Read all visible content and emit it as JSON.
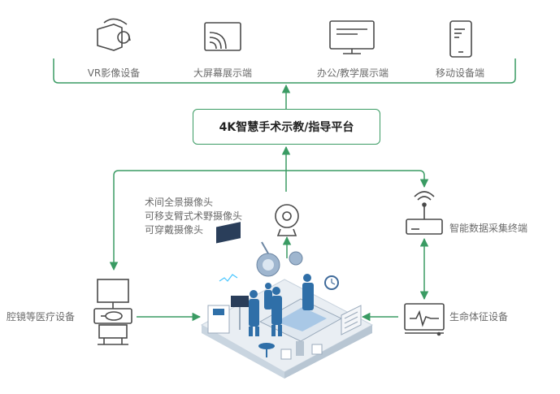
{
  "platform": {
    "title": "4K智慧手术示教/指导平台"
  },
  "terminals": [
    {
      "label": "VR影像设备",
      "icon": "vr-headset-icon"
    },
    {
      "label": "大屏幕展示端",
      "icon": "large-screen-cast-icon"
    },
    {
      "label": "办公/教学展示端",
      "icon": "monitor-icon"
    },
    {
      "label": "移动设备端",
      "icon": "mobile-phone-icon"
    }
  ],
  "cameras": {
    "lines": [
      "术间全景摄像头",
      "可移支臂式术野摄像头",
      "可穿戴摄像头"
    ],
    "icon": "webcam-icon"
  },
  "collector": {
    "label": "智能数据采集终端",
    "icon": "router-icon"
  },
  "endoscope": {
    "label": "腔镜等医疗设备",
    "icon": "endoscope-tower-icon"
  },
  "vitals": {
    "label": "生命体征设备",
    "icon": "vital-signs-monitor-icon"
  },
  "operating_room": {
    "icon": "operating-room-illustration"
  },
  "colors": {
    "line": "#3a9b63",
    "icon": "#4a4a4a",
    "text": "#6b6b6b",
    "room_blue": "#2f6fa8"
  }
}
